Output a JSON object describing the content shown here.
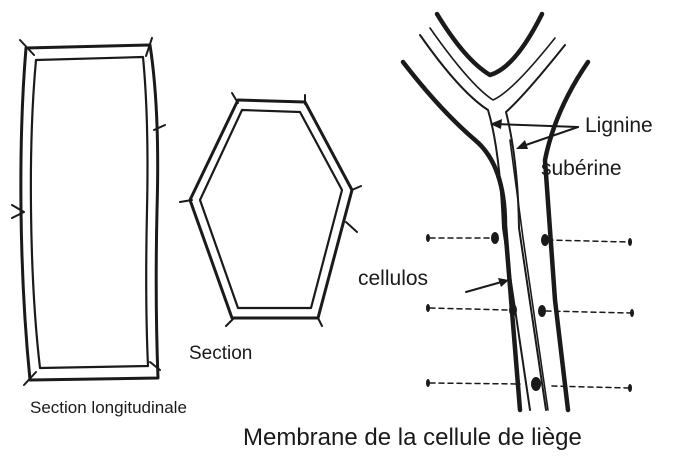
{
  "labels": {
    "section_longitudinale": "Section longitudinale",
    "section": "Section",
    "lignine": "Lignine",
    "suberine": "subérine",
    "cellulos": "cellulos",
    "membrane_title": "Membrane de la cellule de liège"
  },
  "colors": {
    "line": "#1a1a1a",
    "fill": "#ffffff"
  }
}
